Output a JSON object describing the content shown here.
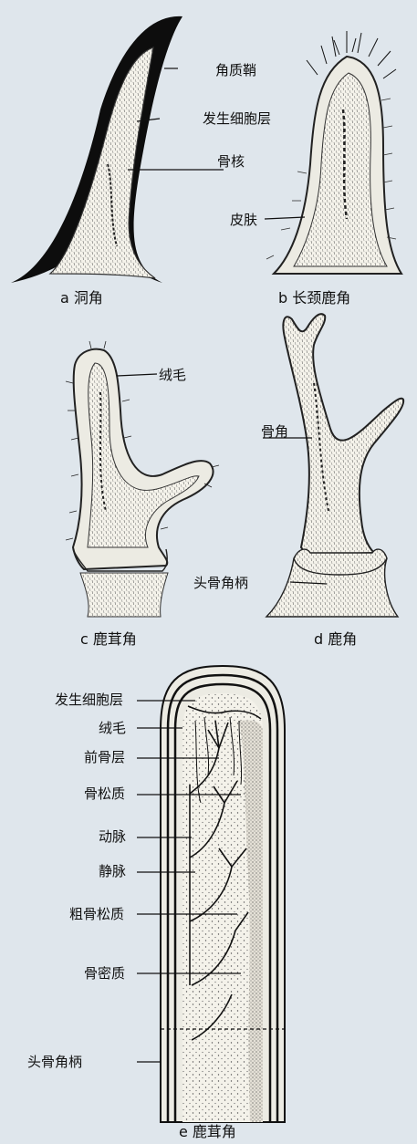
{
  "colors": {
    "background": "#dfe6ec",
    "ink": "#111111",
    "sheath": "#0d0d0d",
    "tissue": "#f4f2ea",
    "bone": "#e4e0d6",
    "velvet_skin": "#ecebe3"
  },
  "panels": {
    "a": {
      "caption": "a 洞角",
      "labels": {
        "sheath": "角质鞘",
        "germinal_layer": "发生细胞层",
        "bone_core": "骨核"
      }
    },
    "b": {
      "caption": "b 长颈鹿角",
      "labels": {
        "skin": "皮肤"
      }
    },
    "c": {
      "caption": "c 鹿茸角",
      "labels": {
        "velvet_hair": "绒毛"
      }
    },
    "d": {
      "caption": "d 鹿角",
      "labels": {
        "bony_antler": "骨角",
        "pedicle": "头骨角柄"
      }
    },
    "e": {
      "caption": "e 鹿茸角",
      "labels": [
        "发生细胞层",
        "绒毛",
        "前骨层",
        "骨松质",
        "动脉",
        "静脉",
        "粗骨松质",
        "骨密质",
        "头骨角柄"
      ]
    }
  }
}
